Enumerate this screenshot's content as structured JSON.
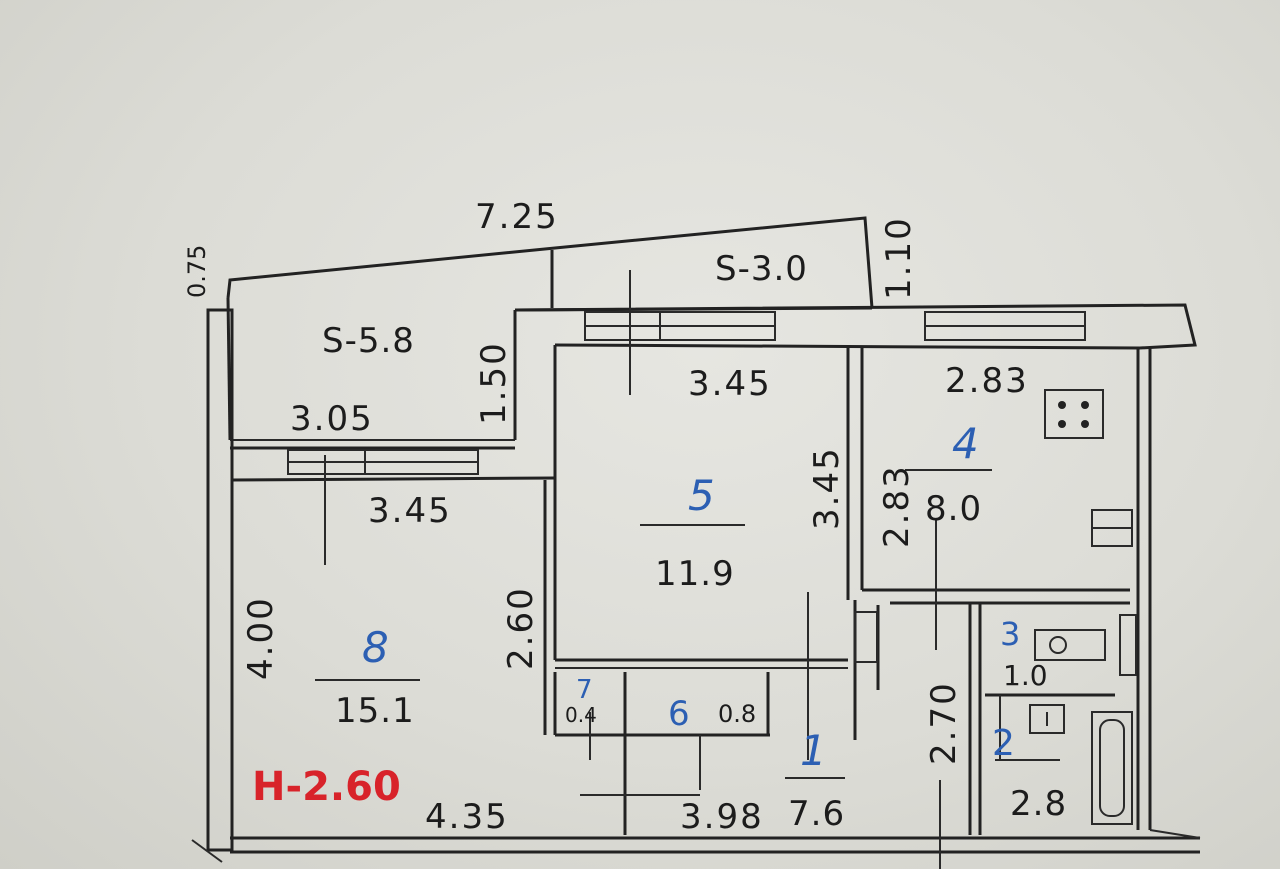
{
  "plan": {
    "balcony_total_length": "7.25",
    "balcony_depth_left": "0.75",
    "balcony_depth_right": "1.10",
    "balcony_left_area": "S-5.8",
    "balcony_right_area": "S-3.0",
    "balcony_left_depth": "1.50",
    "balcony_left_width": "3.05",
    "ceiling_height": "H-2.60",
    "colors": {
      "line": "#222222",
      "room_number": "#2c5fb3",
      "ceiling_height": "#d8232a"
    }
  },
  "rooms": [
    {
      "number": "8",
      "area": "15.1",
      "width": "3.45",
      "length": "4.00",
      "width_bottom": "4.35",
      "side": "2.60"
    },
    {
      "number": "5",
      "area": "11.9",
      "width": "3.45",
      "length": "3.45"
    },
    {
      "number": "4",
      "area": "8.0",
      "width": "2.83",
      "length": "2.83"
    },
    {
      "number": "3",
      "area": "1.0"
    },
    {
      "number": "2",
      "area": "2.8"
    },
    {
      "number": "1",
      "area": "7.6",
      "width": "3.98",
      "length": "2.70"
    },
    {
      "number": "6",
      "area": "0.8"
    },
    {
      "number": "7",
      "area": "0.4"
    }
  ]
}
